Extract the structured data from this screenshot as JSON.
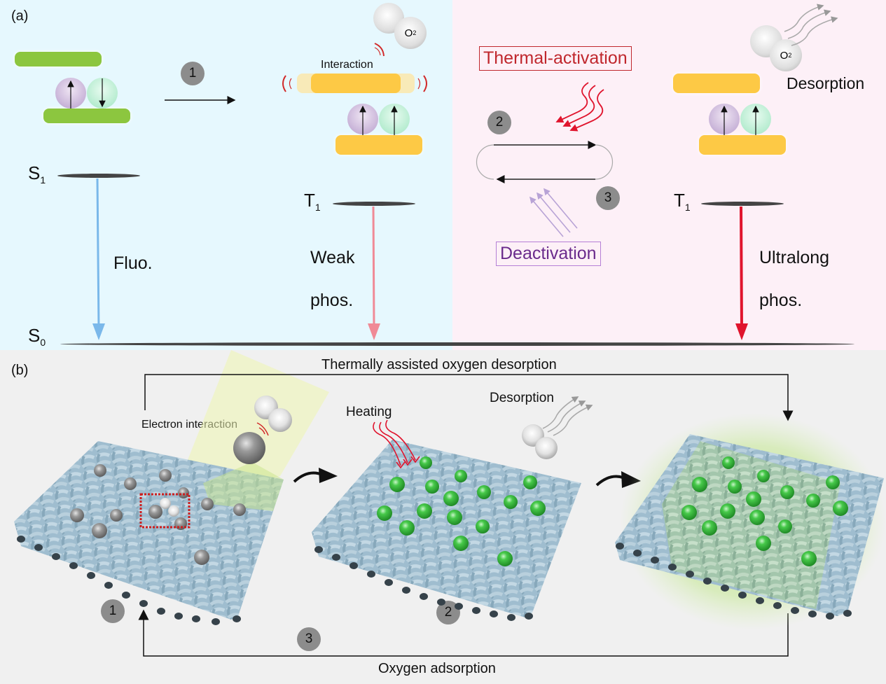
{
  "panel_a": {
    "label": "(a)",
    "left": {
      "step1_badge": "1",
      "S1_label": "S",
      "S1_sub": "1",
      "S0_label": "S",
      "S0_sub": "0",
      "fluo_label": "Fluo.",
      "colors": {
        "orbital": "#8cc63f",
        "fluo_arrow": "#7ab8ea"
      }
    },
    "middle": {
      "o2_label": "O",
      "o2_sub": "2",
      "interaction_label": "Interaction",
      "T1_label": "T",
      "T1_sub": "1",
      "weak_label": "Weak",
      "phos_label": "phos.",
      "colors": {
        "orbital": "#fdc945",
        "phos_arrow": "#f08a96"
      }
    },
    "right": {
      "thermal_activation_label": "Thermal-activation",
      "deactivation_label": "Deactivation",
      "step2_badge": "2",
      "step3_badge": "3",
      "o2_label": "O",
      "o2_sub": "2",
      "desorption_label": "Desorption",
      "T1_label": "T",
      "T1_sub": "1",
      "ultralong_label": "Ultralong",
      "phos_label": "phos.",
      "colors": {
        "thermal": "#c0272d",
        "deactivation": "#6a2b8c",
        "phos_arrow": "#e0142d"
      }
    }
  },
  "panel_b": {
    "label": "(b)",
    "top_cycle_label": "Thermally assisted oxygen desorption",
    "bottom_cycle_label": "Oxygen adsorption",
    "electron_interaction_label": "Electron interaction",
    "heating_label": "Heating",
    "desorption_label": "Desorption",
    "badges": [
      "1",
      "2",
      "3"
    ],
    "colors": {
      "mesh": "#a7c3d4",
      "oxygen_ball": "#8d8d8d",
      "emitter_ball": "#3fc03f",
      "glow": "#b8e27a"
    }
  }
}
